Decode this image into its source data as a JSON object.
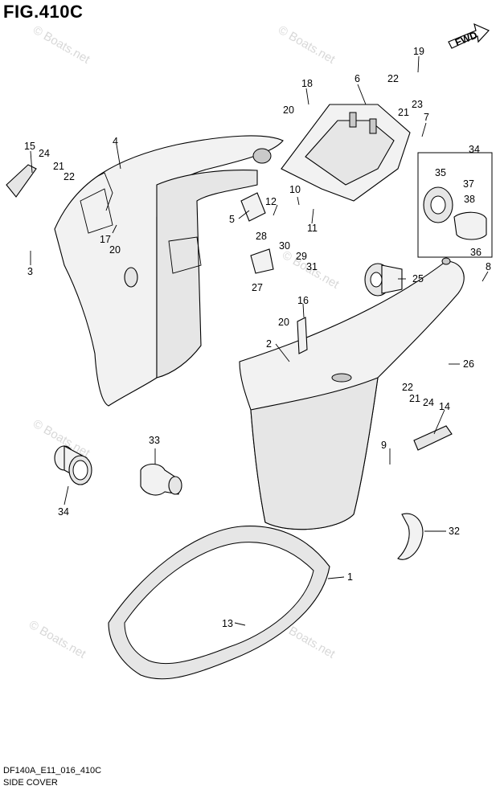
{
  "figure_title": "FIG.410C",
  "direction_label": "FWD",
  "footer": {
    "model_code": "DF140A_E11_016_410C",
    "section": "SIDE COVER"
  },
  "watermark": "© Boats.net",
  "callouts": {
    "c1": "1",
    "c2": "2",
    "c3": "3",
    "c4": "4",
    "c5": "5",
    "c6": "6",
    "c7": "7",
    "c8": "8",
    "c9": "9",
    "c10": "10",
    "c11": "11",
    "c12": "12",
    "c13": "13",
    "c14": "14",
    "c15": "15",
    "c16": "16",
    "c17": "17",
    "c18": "18",
    "c19": "19",
    "c20a": "20",
    "c20b": "20",
    "c20c": "20",
    "c21a": "21",
    "c21b": "21",
    "c21c": "21",
    "c22a": "22",
    "c22b": "22",
    "c22c": "22",
    "c23": "23",
    "c24a": "24",
    "c24b": "24",
    "c25": "25",
    "c26": "26",
    "c27": "27",
    "c28": "28",
    "c29": "29",
    "c30": "30",
    "c31": "31",
    "c32": "32",
    "c33": "33",
    "c34a": "34",
    "c34b": "34",
    "c35": "35",
    "c36": "36",
    "c37": "37",
    "c38": "38"
  }
}
